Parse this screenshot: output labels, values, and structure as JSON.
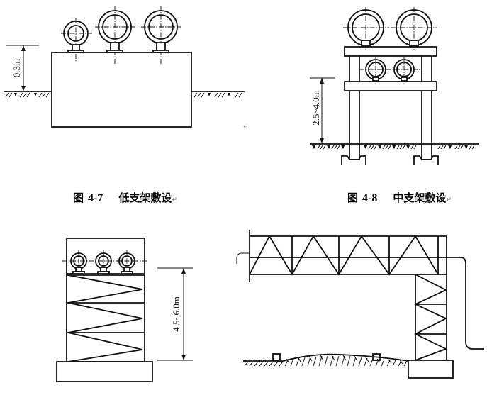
{
  "figures": [
    {
      "id": "fig-4-7",
      "label": "图",
      "number": "4-7",
      "title": "低支架敷设",
      "return_mark": "↵",
      "dimension": "0.3m",
      "pipes": 3
    },
    {
      "id": "fig-4-8",
      "label": "图",
      "number": "4-8",
      "title": "中支架敷设",
      "return_mark": "↵",
      "dimension": "2.5~4.0m",
      "pipes": 4
    },
    {
      "id": "fig-high-support",
      "dimension": "4.5~6.0m",
      "pipes": 3
    },
    {
      "id": "fig-truss-support"
    }
  ],
  "stray_mark": "↵",
  "colors": {
    "line": "#111111",
    "background": "#ffffff"
  }
}
